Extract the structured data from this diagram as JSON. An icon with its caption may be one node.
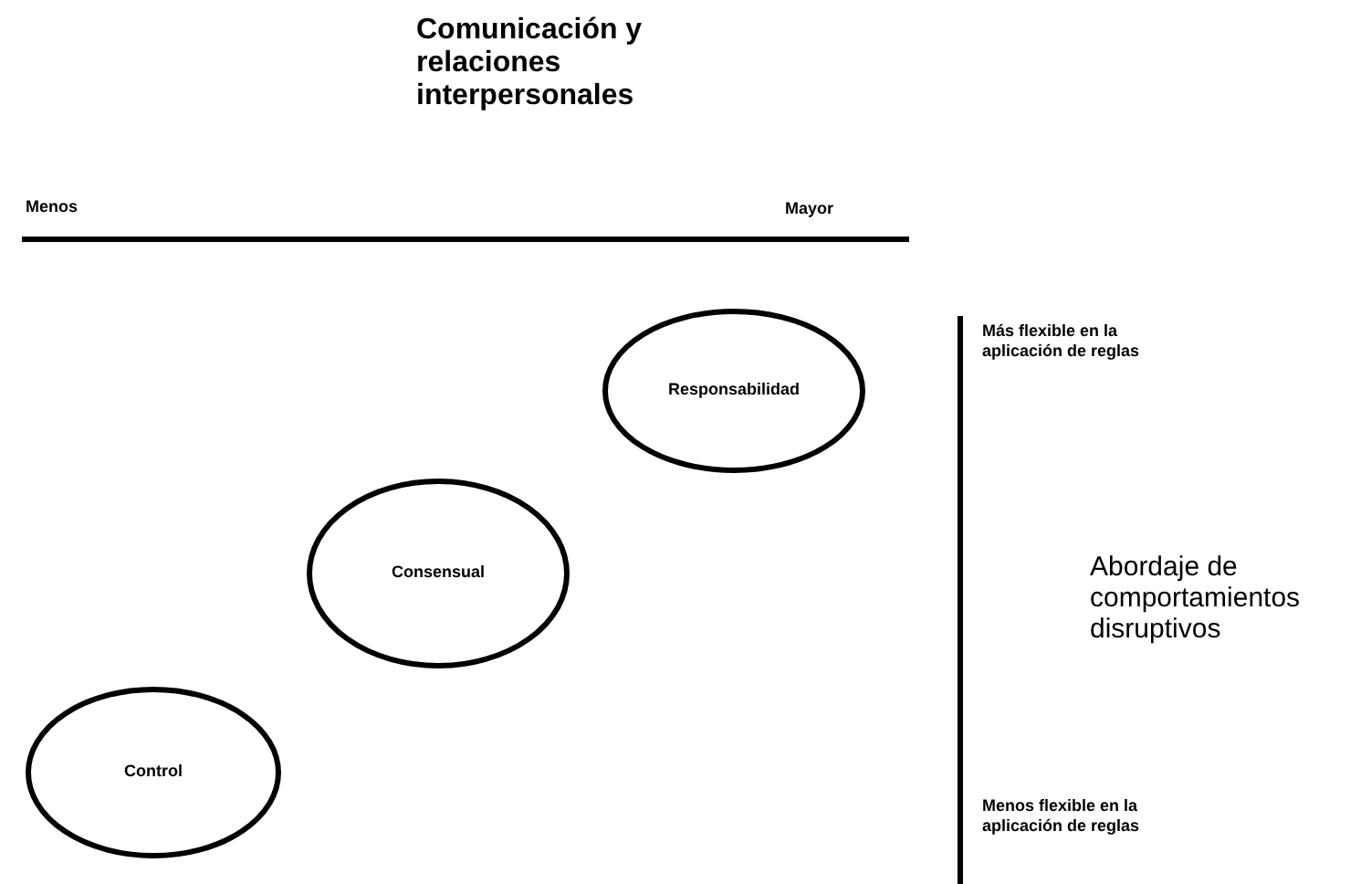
{
  "diagram": {
    "title": "Comunicación y relaciones interpersonales",
    "nodes": [
      {
        "text": [
          "Responsabilidad"
        ]
      },
      {
        "text": [
          "Consensual"
        ]
      },
      {
        "text": [
          "Control"
        ]
      }
    ],
    "labels": [
      "Menos",
      "Mayor",
      "Más flexible en la aplicación de reglas",
      "Abordaje de comportamientos disruptivos",
      "Menos flexible en la aplicación de reglas"
    ]
  }
}
